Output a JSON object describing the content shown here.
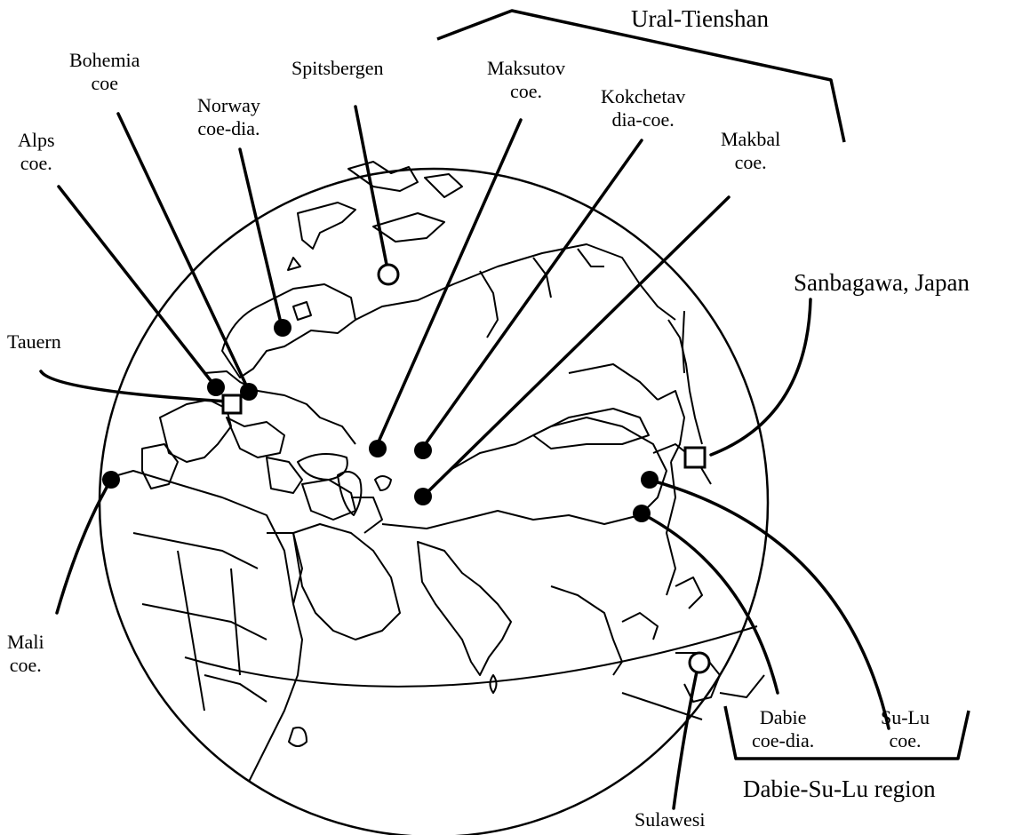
{
  "sites": [
    {
      "id": "ural-tienshan",
      "lines": [
        "Ural-Tienshan"
      ]
    },
    {
      "id": "bohemia",
      "lines": [
        "Bohemia",
        "coe"
      ]
    },
    {
      "id": "spitsbergen",
      "lines": [
        "Spitsbergen"
      ]
    },
    {
      "id": "maksutov",
      "lines": [
        "Maksutov",
        "coe."
      ]
    },
    {
      "id": "kokchetav",
      "lines": [
        "Kokchetav",
        "dia-coe."
      ]
    },
    {
      "id": "norway",
      "lines": [
        "Norway",
        "coe-dia."
      ]
    },
    {
      "id": "alps",
      "lines": [
        "Alps",
        "coe."
      ]
    },
    {
      "id": "makbal",
      "lines": [
        "Makbal",
        "coe."
      ]
    },
    {
      "id": "sanbagawa",
      "lines": [
        "Sanbagawa, Japan"
      ]
    },
    {
      "id": "tauern",
      "lines": [
        "Tauern"
      ]
    },
    {
      "id": "mali",
      "lines": [
        "Mali",
        "coe."
      ]
    },
    {
      "id": "dabie",
      "lines": [
        "Dabie",
        "coe-dia."
      ]
    },
    {
      "id": "sulu",
      "lines": [
        "Su-Lu",
        "coe."
      ]
    },
    {
      "id": "dabie-sulu-region",
      "lines": [
        "Dabie-Su-Lu region"
      ]
    },
    {
      "id": "sulawesi",
      "lines": [
        "Sulawesi"
      ]
    }
  ]
}
